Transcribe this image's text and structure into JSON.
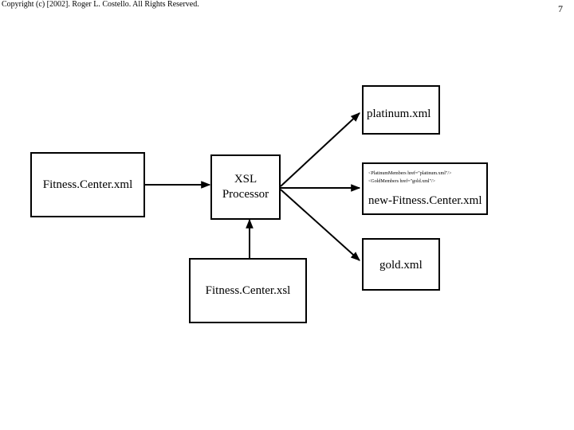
{
  "header": {
    "copyright": "Copyright (c) [2002]. Roger L. Costello. All Rights Reserved.",
    "page_number": "7"
  },
  "diagram": {
    "input_xml": "Fitness.Center.xml",
    "processor_line1": "XSL",
    "processor_line2": "Processor",
    "stylesheet": "Fitness.Center.xsl",
    "output_platinum": "platinum.xml",
    "output_main_code_line1": "<PlatinumMembers href=\"platinum.xml\"/>",
    "output_main_code_line2": "<GoldMembers href=\"gold.xml\"/>",
    "output_main": "new-Fitness.Center.xml",
    "output_gold": "gold.xml"
  }
}
